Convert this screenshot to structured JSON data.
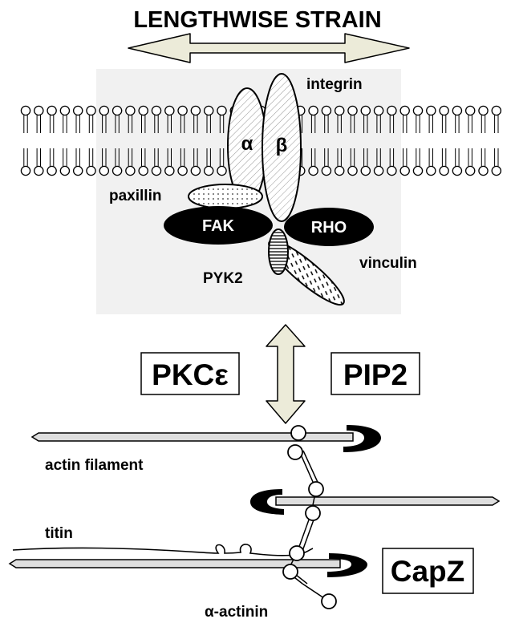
{
  "title": "LENGTHWISE STRAIN",
  "membrane": {
    "integrin": "integrin",
    "alpha": "α",
    "beta": "β",
    "paxillin": "paxillin",
    "fak": "FAK",
    "rho": "RHO",
    "pyk2": "PYK2",
    "vinculin": "vinculin"
  },
  "signals": {
    "left": "PKCε",
    "right": "PIP2"
  },
  "sarcomere": {
    "actin": "actin filament",
    "titin": "titin",
    "alpha_actinin": "α-actinin",
    "capz": "CapZ"
  },
  "colors": {
    "arrow_fill": "#ecebd9",
    "membrane_panel": "#f1f1f1",
    "filament_fill": "#dedede",
    "dark": "#000000"
  }
}
